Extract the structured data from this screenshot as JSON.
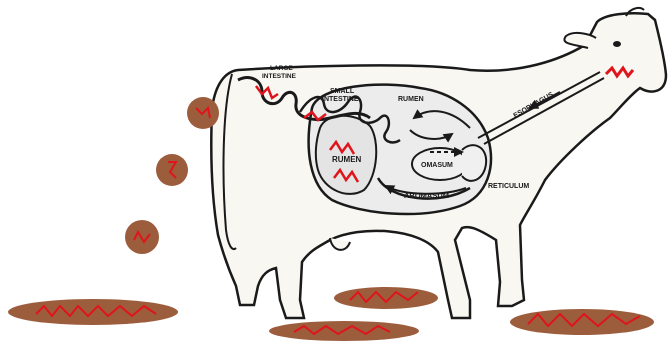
{
  "labels": {
    "large_intestine_1": "LARGE",
    "large_intestine_2": "INTESTINE",
    "small_intestine_1": "SMALL",
    "small_intestine_2": "INTESTINE",
    "rumen_upper": "RUMEN",
    "rumen_lower": "RUMEN",
    "omasum": "OMASUM",
    "abomasum": "ABOMASUM",
    "reticulum": "RETICULUM",
    "esophagus": "ESOPHAGUS"
  },
  "colors": {
    "cow_fill": "#f8f7f2",
    "outline": "#1a1a1a",
    "stomach_fill": "#ececec",
    "dung": "#9c5d3d",
    "squiggle": "#e0141b"
  }
}
